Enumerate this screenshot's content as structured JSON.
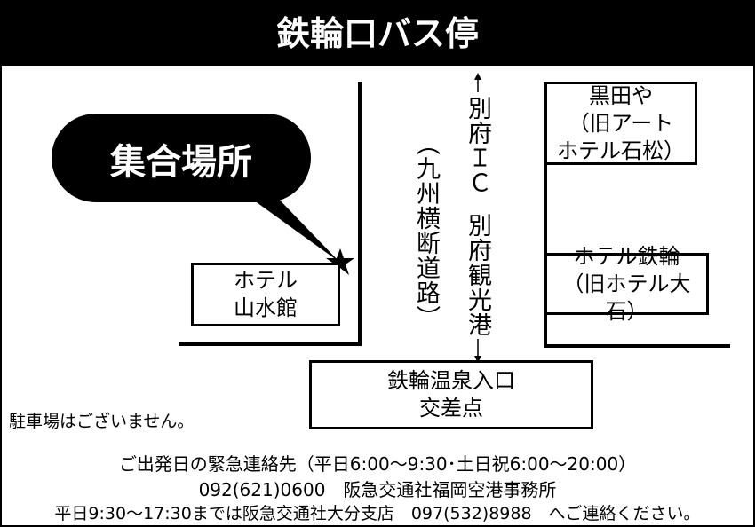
{
  "title": "鉄輪口バス停",
  "bubble": "集合場所",
  "road_label": "（九州横断道路）",
  "direction_top": "別府ＩＣ",
  "direction_bottom": "別府観光港",
  "landmarks": {
    "kuroda": [
      "黒田や",
      "（旧アート",
      "ホテル石松）"
    ],
    "kannawa_hotel": [
      "ホテル鉄輪",
      "（旧ホテル大石）"
    ],
    "sansuikan": [
      "ホテル",
      "山水館"
    ],
    "intersection": [
      "鉄輪温泉入口",
      "交差点"
    ]
  },
  "parking_note": "駐車場はございません。",
  "footer": [
    "ご出発日の緊急連絡先（平日6:00～9:30･土日祝6:00～20:00）",
    "092(621)0600　阪急交通社福岡空港事務所",
    "平日9:30～17:30までは阪急交通社大分支店　097(532)8988　へご連絡ください。"
  ]
}
